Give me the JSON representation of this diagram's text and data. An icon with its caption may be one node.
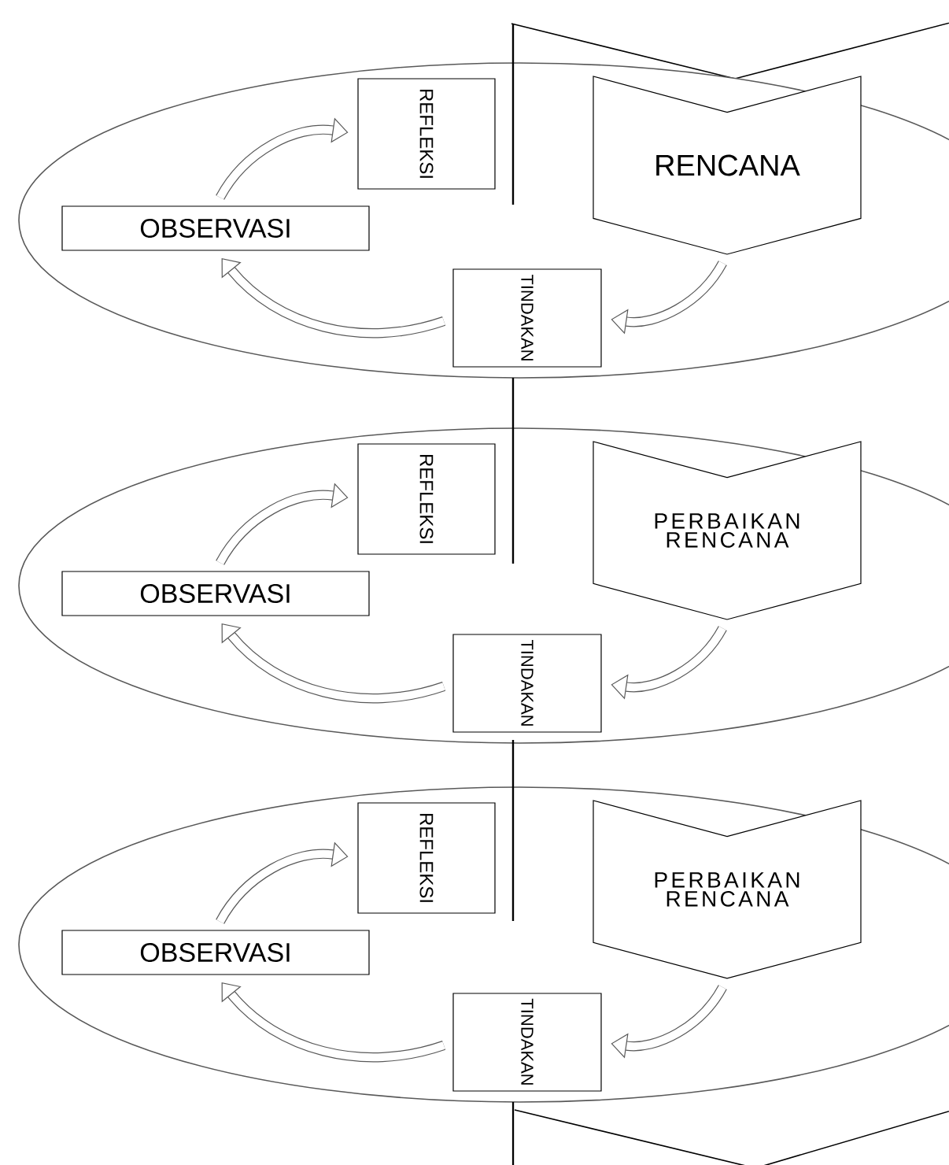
{
  "diagram": {
    "nodes": [
      {
        "text": [
          "REFLEKSI"
        ]
      },
      {
        "text": [
          "RENCANA"
        ]
      },
      {
        "text": [
          "OBSERVASI"
        ]
      },
      {
        "text": [
          "TINDAKAN"
        ]
      },
      {
        "text": [
          "REFLEKSI"
        ]
      },
      {
        "text": [
          "PERBAIKAN RENCANA"
        ]
      },
      {
        "text": [
          "OBSERVASI"
        ]
      },
      {
        "text": [
          "TINDAKAN"
        ]
      },
      {
        "text": [
          "REFLEKSI"
        ]
      },
      {
        "text": [
          "PERBAIKAN RENCANA"
        ]
      },
      {
        "text": [
          "OBSERVASI"
        ]
      },
      {
        "text": [
          "TINDAKAN"
        ]
      }
    ],
    "edges": [
      {
        "from": 1,
        "to": 3,
        "arrow": "to"
      },
      {
        "from": 3,
        "to": 2,
        "arrow": "to"
      },
      {
        "from": 2,
        "to": 0,
        "arrow": "to"
      },
      {
        "from": 5,
        "to": 7,
        "arrow": "to"
      },
      {
        "from": 7,
        "to": 6,
        "arrow": "to"
      },
      {
        "from": 6,
        "to": 4,
        "arrow": "to"
      },
      {
        "from": 9,
        "to": 11,
        "arrow": "to"
      },
      {
        "from": 11,
        "to": 10,
        "arrow": "to"
      },
      {
        "from": 10,
        "to": 8,
        "arrow": "to"
      }
    ]
  }
}
